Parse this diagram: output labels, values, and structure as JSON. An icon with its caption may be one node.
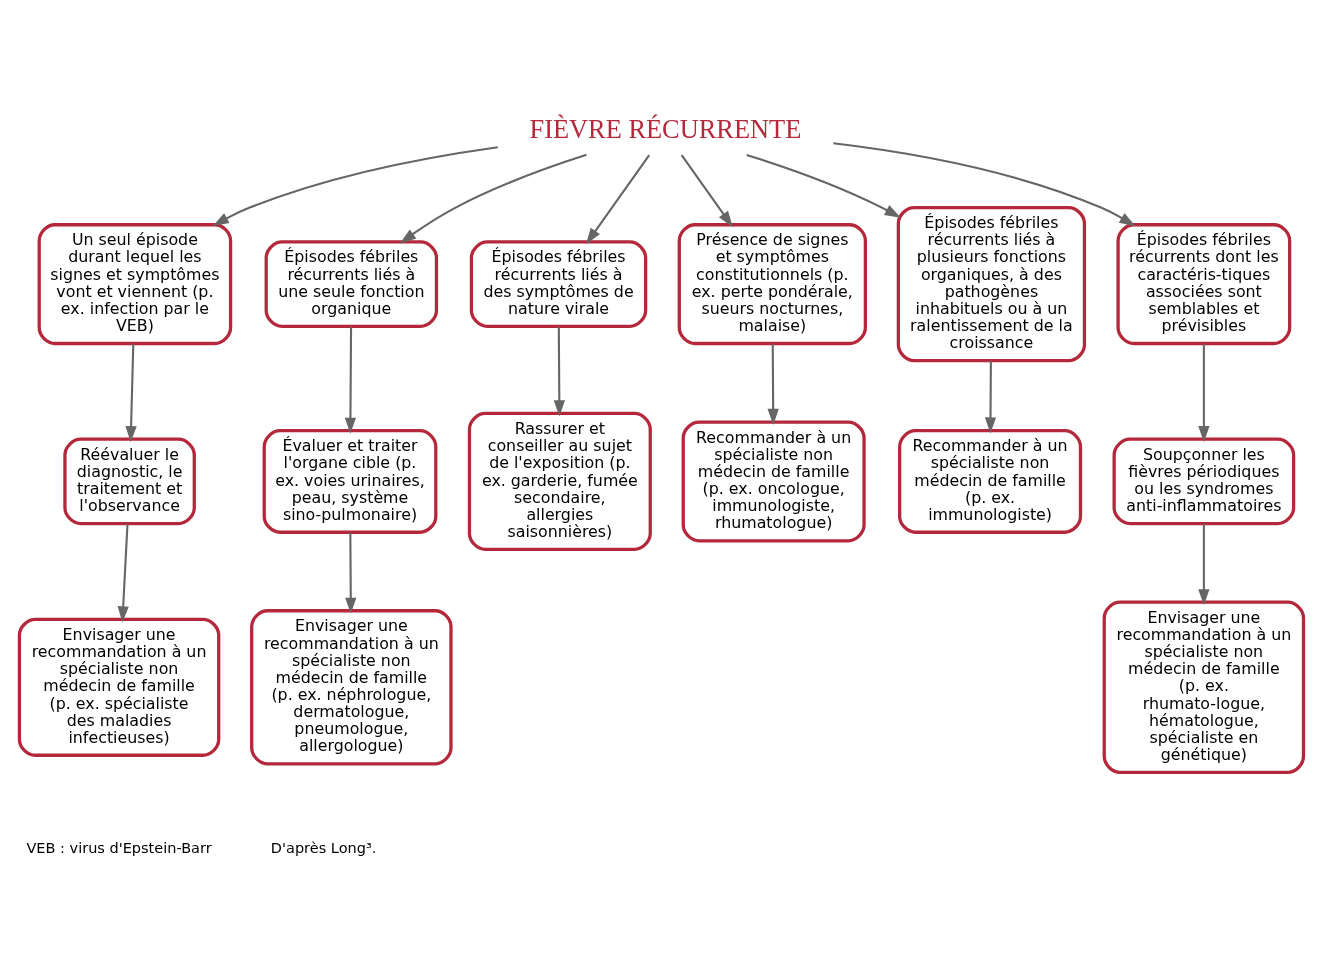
{
  "diagram": {
    "nodes": [
      {
        "text": [
          "FIÈVRE RÉCURRENTE"
        ]
      },
      {
        "text": [
          "Un seul épisode durant lequel les signes et symptômes vont et viennent (p. ex. infection par le VEB)"
        ]
      },
      {
        "text": [
          "Épisodes fébriles récurrents liés à une seule fonction organique"
        ]
      },
      {
        "text": [
          "Épisodes fébriles récurrents liés à des symptômes de nature virale"
        ]
      },
      {
        "text": [
          "Présence de signes et symptômes constitutionnels (p. ex. perte pondérale, sueurs nocturnes, malaise)"
        ]
      },
      {
        "text": [
          "Épisodes fébriles récurrents liés à plusieurs fonctions organiques, à des pathogènes inhabituels ou à un ralentissement de la croissance"
        ]
      },
      {
        "text": [
          "Épisodes fébriles récurrents dont les caractéris-tiques associées sont semblables et prévisibles"
        ]
      },
      {
        "text": [
          "Réévaluer le diagnostic, le traitement et l'observance"
        ]
      },
      {
        "text": [
          "Évaluer et traiter l'organe cible (p. ex. voies urinaires, peau, système sino-pulmonaire)"
        ]
      },
      {
        "text": [
          "Rassurer et conseiller au sujet de l'exposition (p. ex. garderie, fumée secondaire, allergies saisonnières)"
        ]
      },
      {
        "text": [
          "Recommander à un spécialiste non médecin de famille (p. ex. oncologue, immunologiste, rhumatologue)"
        ]
      },
      {
        "text": [
          "Recommander à un spécialiste non médecin de famille (p. ex. immunologiste)"
        ]
      },
      {
        "text": [
          "Soupçonner les fièvres périodiques ou les syndromes anti-inflammatoires"
        ]
      },
      {
        "text": [
          "Envisager une recommandation à un spécialiste non médecin de famille (p. ex. spécialiste des maladies infectieuses)"
        ]
      },
      {
        "text": [
          "Envisager une recommandation à un spécialiste non médecin de famille (p. ex. néphrologue, dermatologue, pneumologue, allergologue)"
        ]
      },
      {
        "text": [
          "Envisager une recommandation à un spécialiste non médecin de famille (p. ex. rhumato-logue, hématologue, spécialiste en génétique)"
        ]
      }
    ],
    "edges": [
      {
        "from": 0,
        "to": 1,
        "arrow": "to"
      },
      {
        "from": 0,
        "to": 2,
        "arrow": "to"
      },
      {
        "from": 0,
        "to": 3,
        "arrow": "to"
      },
      {
        "from": 0,
        "to": 4,
        "arrow": "to"
      },
      {
        "from": 0,
        "to": 5,
        "arrow": "to"
      },
      {
        "from": 0,
        "to": 6,
        "arrow": "to"
      },
      {
        "from": 1,
        "to": 7,
        "arrow": "to"
      },
      {
        "from": 2,
        "to": 8,
        "arrow": "to"
      },
      {
        "from": 3,
        "to": 9,
        "arrow": "to"
      },
      {
        "from": 4,
        "to": 10,
        "arrow": "to"
      },
      {
        "from": 5,
        "to": 11,
        "arrow": "to"
      },
      {
        "from": 6,
        "to": 12,
        "arrow": "to"
      },
      {
        "from": 7,
        "to": 13,
        "arrow": "to"
      },
      {
        "from": 8,
        "to": 14,
        "arrow": "to"
      },
      {
        "from": 12,
        "to": 15,
        "arrow": "to"
      }
    ],
    "labels": [
      "VEB : virus d'Epstein-Barr",
      "D'après Long³."
    ]
  }
}
